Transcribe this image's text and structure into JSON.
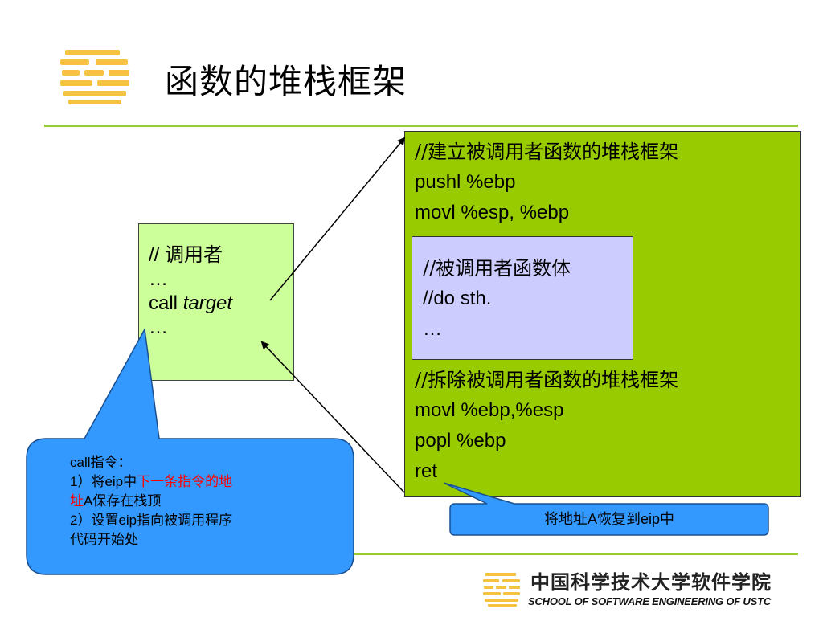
{
  "slide": {
    "title": "函数的堆栈框架"
  },
  "caller_box": {
    "line1": "// 调用者",
    "line2": "…",
    "line3_prefix": "call ",
    "line3_target": "target",
    "line4": "…"
  },
  "callee_box": {
    "setup_comment": "//建立被调用者函数的堆栈框架",
    "setup_1": "pushl %ebp",
    "setup_2": "movl %esp, %ebp",
    "teardown_comment": "//拆除被调用者函数的堆栈框架",
    "teardown_1": "movl %ebp,%esp",
    "teardown_2": "popl %ebp",
    "teardown_3": "ret"
  },
  "body_box": {
    "line1": "//被调用者函数体",
    "line2": "//do sth.",
    "line3": "…"
  },
  "call_callout": {
    "line1": "call指令：",
    "line2_prefix": "1）将eip中",
    "line2_red": "下一条指令的地",
    "line3_red": "址",
    "line3_suffix": "A保存在栈顶",
    "line4": "2）设置eip指向被调用程序",
    "line5": "代码开始处"
  },
  "ret_callout": {
    "text": "将地址A恢复到eip中"
  },
  "footer": {
    "school_cn": "中国科学技术大学软件学院",
    "school_en": "SCHOOL OF SOFTWARE ENGINEERING OF USTC"
  },
  "colors": {
    "rule": "#99cc33",
    "caller_fill": "#ccff99",
    "callee_fill": "#99cc00",
    "body_fill": "#ccccff",
    "callout_fill": "#3399ff",
    "logo": "#f5c242",
    "highlight": "#ff0000"
  }
}
